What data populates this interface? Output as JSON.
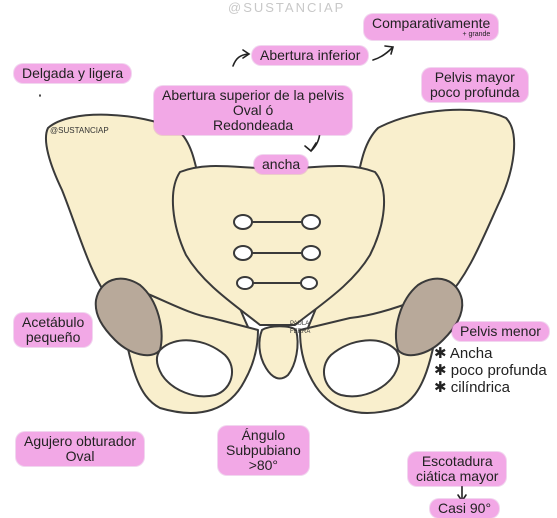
{
  "header_watermark": "@SUSTANCIAP",
  "signature": "@SUSTANCIAP",
  "artist_mark": "PAULA FERRA",
  "colors": {
    "bone": "#f9efcd",
    "bone_outline": "#3a3a3a",
    "acetabulum": "#b8a99a",
    "label_pink": "#f2a8e6"
  },
  "labels": {
    "comparativamente": "Comparativamente",
    "comparativamente_note": "+ grande",
    "abertura_inferior": "Abertura inferior",
    "delgada_ligera": "Delgada y ligera",
    "abertura_superior": [
      "Abertura superior de la pelvis",
      "Oval ó",
      "Redondeada"
    ],
    "pelvis_mayor": [
      "Pelvis mayor",
      "poco profunda"
    ],
    "ancha": "ancha",
    "acetabulo": [
      "Acetábulo",
      "pequeño"
    ],
    "pelvis_menor": "Pelvis menor",
    "pelvis_menor_items": [
      "Ancha",
      "poco profunda",
      "cilíndrica"
    ],
    "agujero_obturador": [
      "Agujero obturador",
      "Oval"
    ],
    "angulo_subpubiano": [
      "Ángulo",
      "Subpubiano",
      ">80°"
    ],
    "escotadura": [
      "Escotadura",
      "ciática mayor"
    ],
    "casi_90": "Casi 90°"
  }
}
